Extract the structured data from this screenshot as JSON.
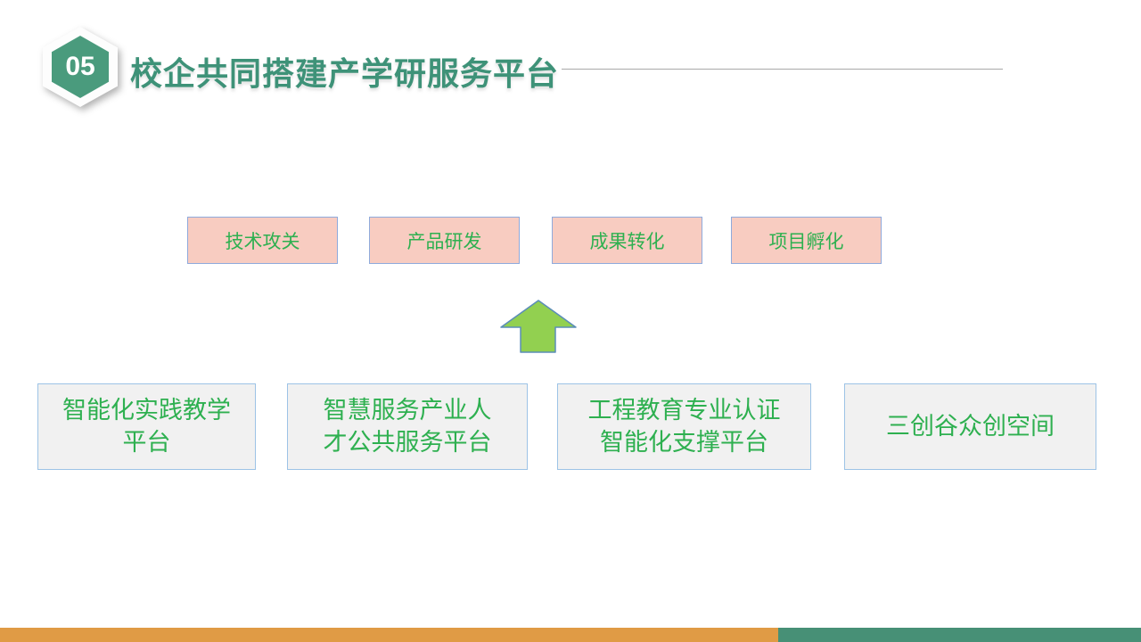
{
  "slide": {
    "badge_number": "05",
    "title": "校企共同搭建产学研服务平台"
  },
  "top_row": {
    "items": [
      {
        "label": "技术攻关"
      },
      {
        "label": "产品研发"
      },
      {
        "label": "成果转化"
      },
      {
        "label": "项目孵化"
      }
    ]
  },
  "bottom_row": {
    "items": [
      {
        "lines": [
          "智能化实践教学",
          "平台"
        ]
      },
      {
        "lines": [
          "智慧服务产业人",
          "才公共服务平台"
        ]
      },
      {
        "lines": [
          "工程教育专业认证",
          "智能化支撑平台"
        ]
      },
      {
        "lines": [
          "三创谷众创空间"
        ]
      }
    ]
  },
  "icons": {
    "up_arrow": "up-arrow-icon"
  },
  "colors": {
    "accent_green": "#4A9B7D",
    "title_green": "#3E9278",
    "box_text_green": "#2EB050",
    "pink_fill": "#F8CCC1",
    "pink_border": "#8FAADC",
    "gray_fill": "#F1F1F1",
    "gray_border": "#9DC3E6",
    "arrow_fill": "#92D050",
    "arrow_border": "#5B8DB8",
    "footer_orange": "#E09B45",
    "footer_green": "#479076",
    "divider_gray": "#A9A9A9"
  }
}
